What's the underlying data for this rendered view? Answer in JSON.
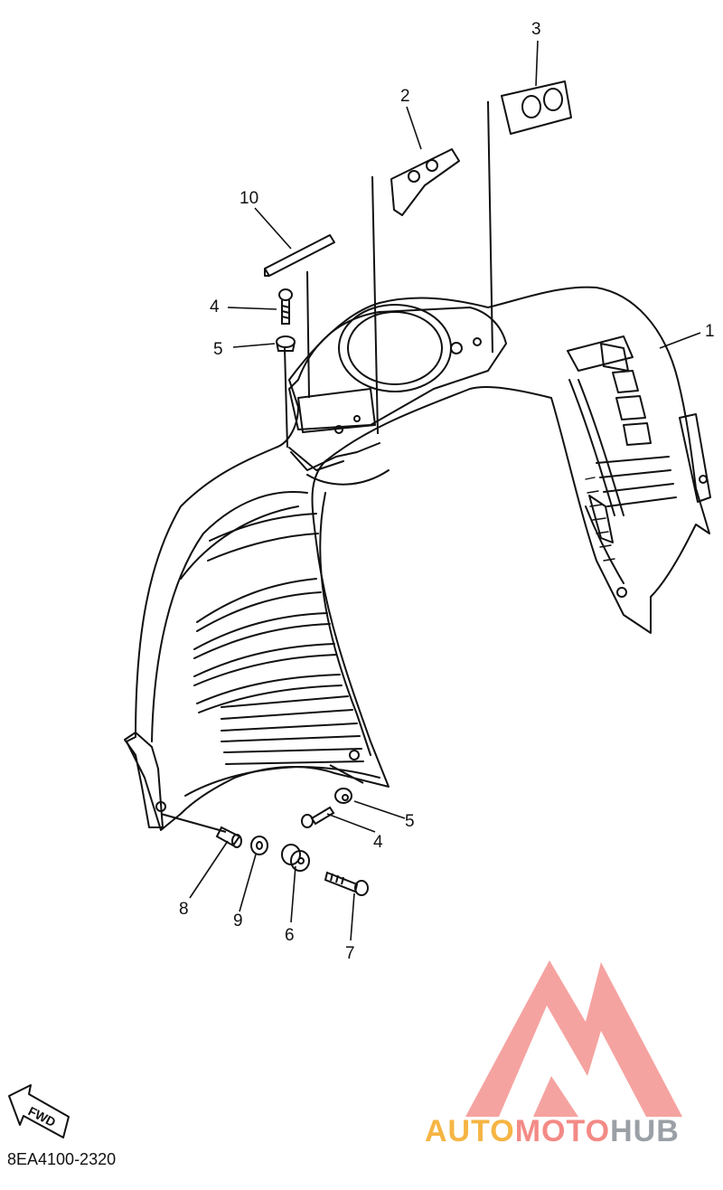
{
  "callouts": {
    "p1": "1",
    "p2": "2",
    "p3": "3",
    "p4_top": "4",
    "p5_top": "5",
    "p10": "10",
    "p5_bottom": "5",
    "p4_bottom": "4",
    "p8": "8",
    "p9": "9",
    "p6": "6",
    "p7": "7"
  },
  "fwd_label": "FWD",
  "diagram_code": "8EA4100-2320",
  "watermark": {
    "part1": "AUTO",
    "part2": "MOTO",
    "part3": "HUB",
    "colors": {
      "auto": "#f6b544",
      "moto": "#f38a86",
      "hub": "#9aa0a6",
      "logo": "#f5a3a0"
    }
  }
}
